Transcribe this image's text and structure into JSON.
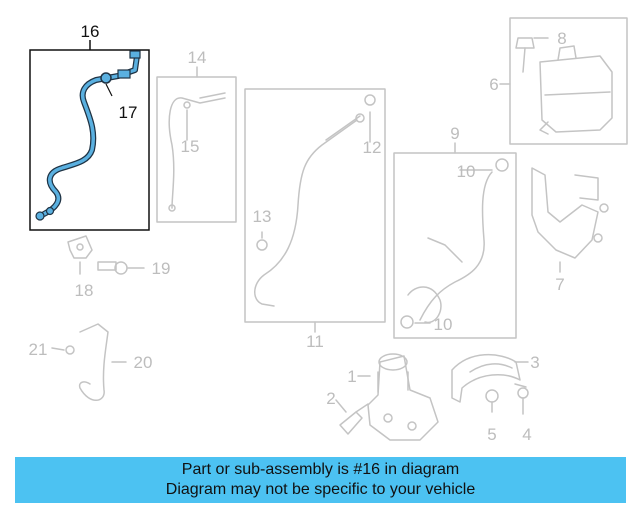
{
  "callouts": {
    "c1": "1",
    "c2": "2",
    "c3": "3",
    "c4": "4",
    "c5": "5",
    "c6": "6",
    "c7": "7",
    "c8": "8",
    "c9": "9",
    "c10a": "10",
    "c10b": "10",
    "c11": "11",
    "c12": "12",
    "c13": "13",
    "c14": "14",
    "c15": "15",
    "c16": "16",
    "c17": "17",
    "c18": "18",
    "c19": "19",
    "c20": "20",
    "c21": "21"
  },
  "highlight": {
    "part": "16",
    "color": "#5ab0e0"
  },
  "banner": {
    "line1": "Part or sub-assembly is #16 in diagram",
    "line2": "Diagram may not be specific to your vehicle",
    "color": "#4cc2f2"
  }
}
